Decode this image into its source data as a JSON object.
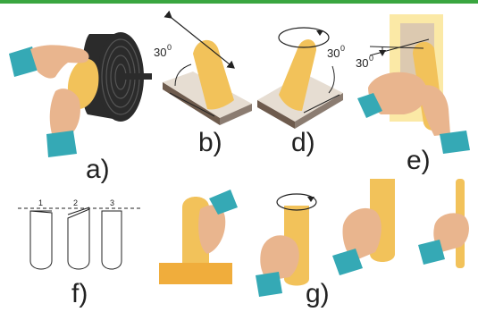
{
  "colors": {
    "accent_bar": "#3aa640",
    "skin": "#e9b58e",
    "skin_shadow": "#d39772",
    "sleeve": "#35a9b5",
    "sleeve_dark": "#26858f",
    "wax": "#f2c25a",
    "wax_shadow": "#e0a93a",
    "wheel": "#2b2b2b",
    "base_top": "#e6ddd2",
    "base_side": "#6e5b4d",
    "glass_frame": "#fbe9a6",
    "glass_inner": "#dcc9b0",
    "orange_base": "#f0ad3c"
  },
  "panels": [
    {
      "id": "a",
      "label": "a)",
      "icon": "polishing-wheel-hand"
    },
    {
      "id": "b",
      "label": "b)",
      "angle": "30",
      "angle_unit": "0",
      "icon": "block-on-base-tilted"
    },
    {
      "id": "d",
      "label": "d)",
      "angle": "30",
      "angle_unit": "0",
      "icon": "block-on-base-rotating"
    },
    {
      "id": "e",
      "label": "e)",
      "angle": "30",
      "angle_unit": "0",
      "icon": "hand-on-glass-plate"
    },
    {
      "id": "f",
      "label": "f)",
      "marks": [
        "1",
        "2",
        "3"
      ],
      "icon": "tip-profiles"
    },
    {
      "id": "g",
      "label": "g)",
      "icon": "grip-sequence"
    }
  ]
}
